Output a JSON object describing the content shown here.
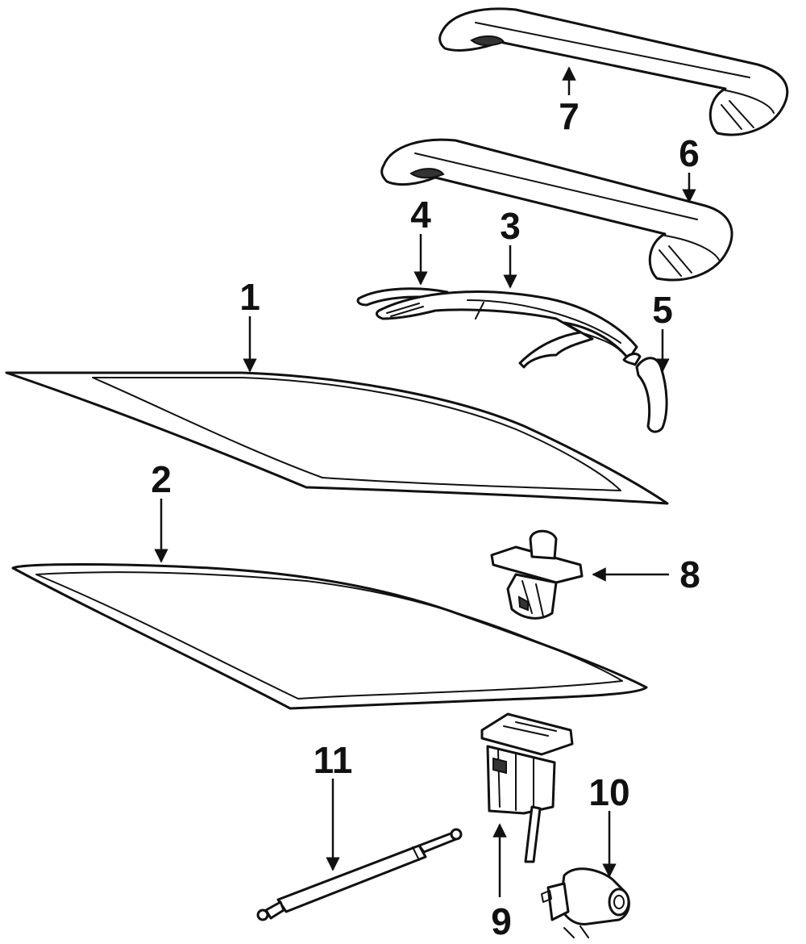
{
  "colors": {
    "ink": "#111111",
    "background": "#ffffff"
  },
  "callouts": [
    {
      "id": "c1",
      "label": "1"
    },
    {
      "id": "c2",
      "label": "2"
    },
    {
      "id": "c3",
      "label": "3"
    },
    {
      "id": "c4",
      "label": "4"
    },
    {
      "id": "c5",
      "label": "5"
    },
    {
      "id": "c6",
      "label": "6"
    },
    {
      "id": "c7",
      "label": "7"
    },
    {
      "id": "c8",
      "label": "8"
    },
    {
      "id": "c9",
      "label": "9"
    },
    {
      "id": "c10",
      "label": "10"
    },
    {
      "id": "c11",
      "label": "11"
    }
  ]
}
